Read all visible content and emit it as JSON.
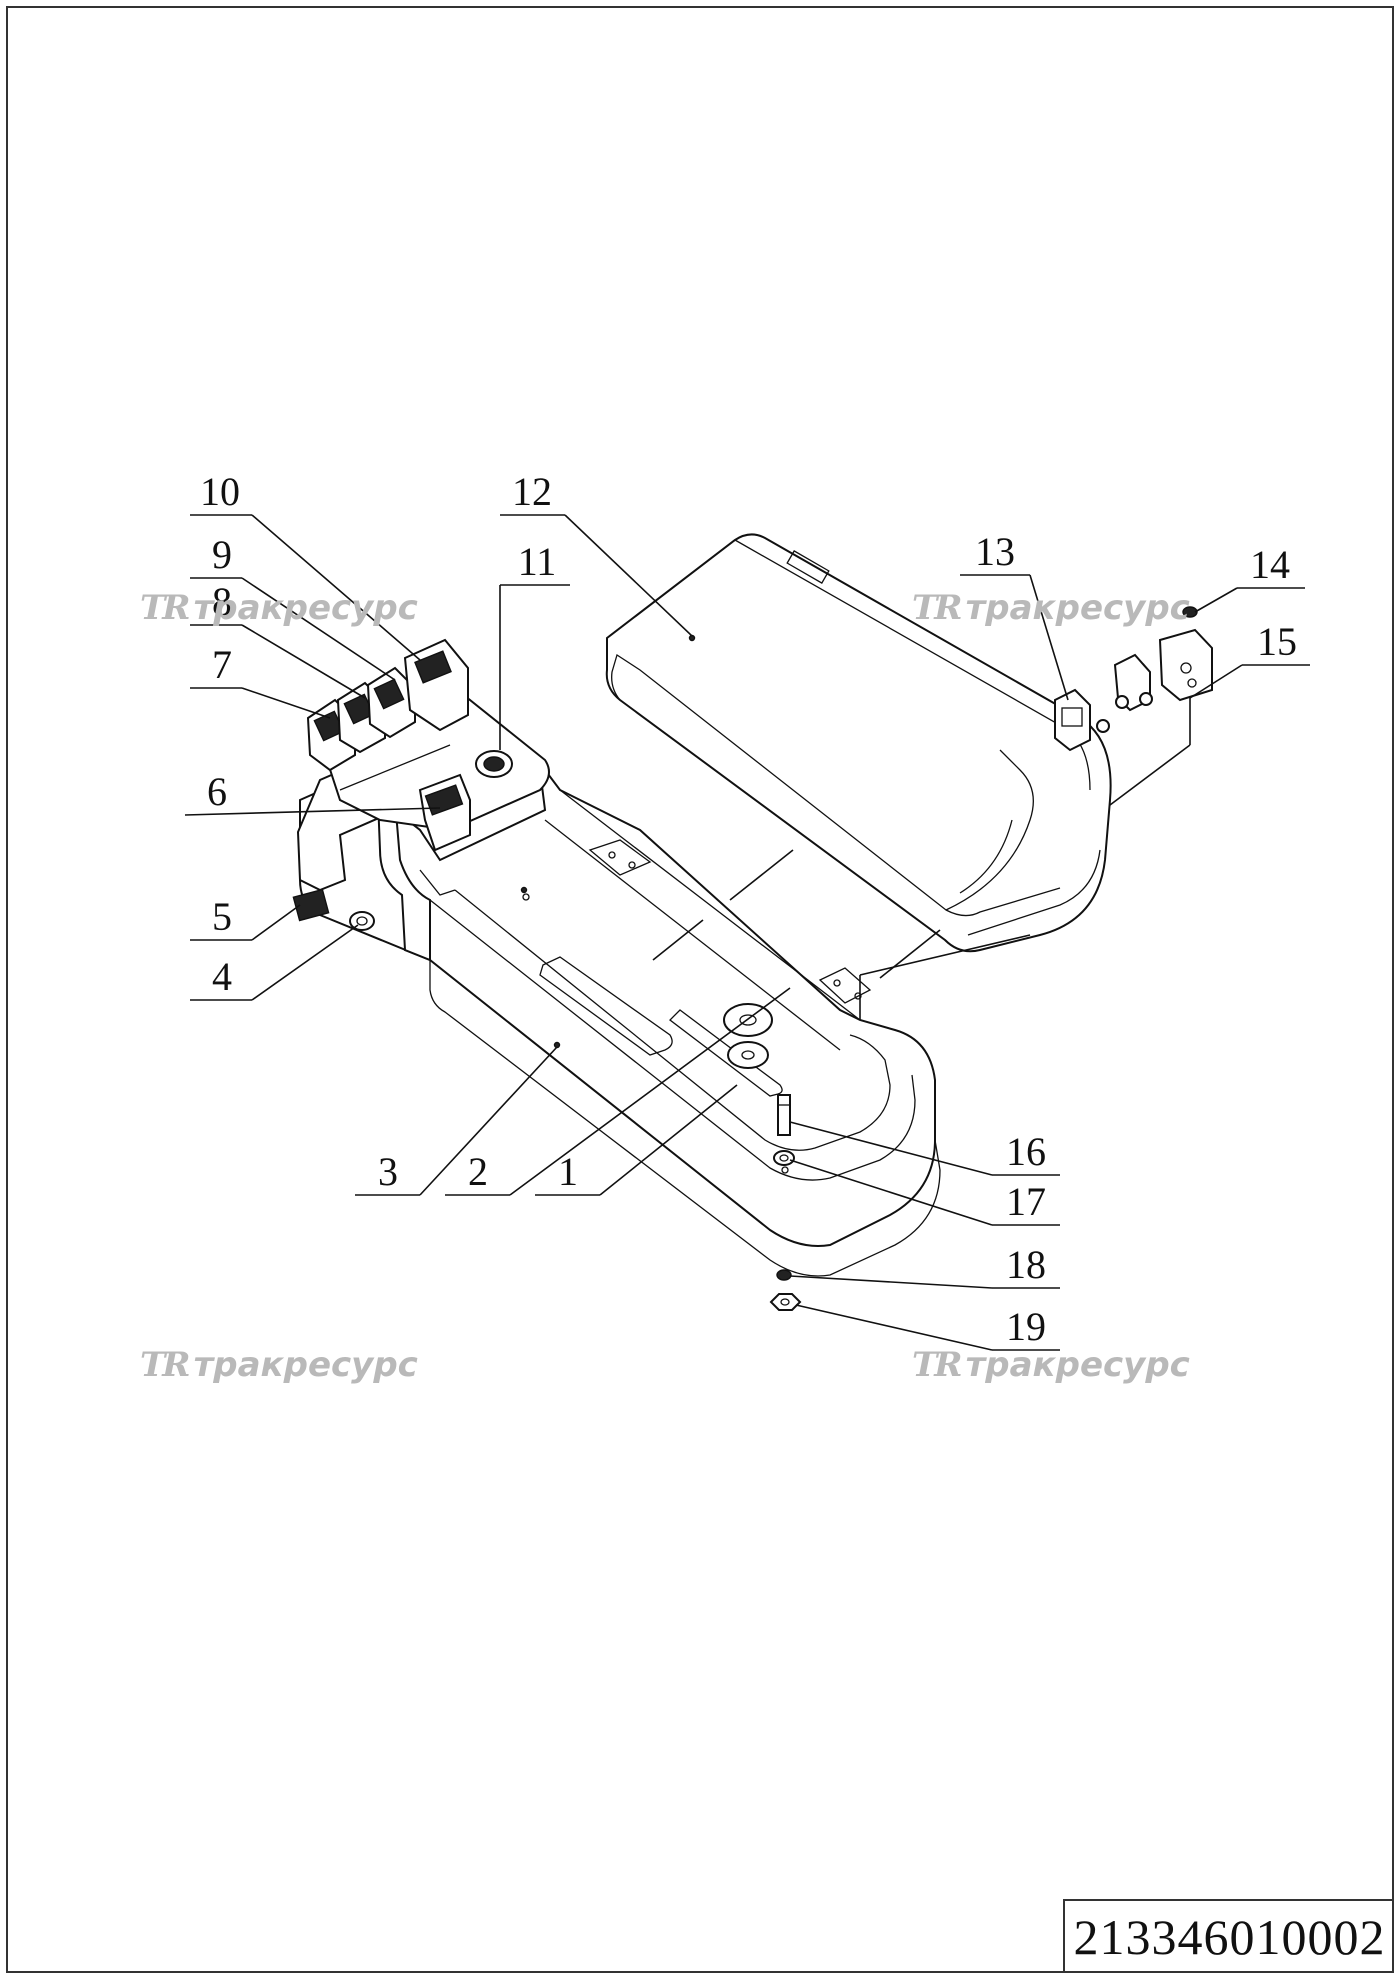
{
  "watermark": {
    "logo": "TR",
    "text": "тракресурс"
  },
  "callouts": {
    "c1": "1",
    "c2": "2",
    "c3": "3",
    "c4": "4",
    "c5": "5",
    "c6": "6",
    "c7": "7",
    "c8": "8",
    "c9": "9",
    "c10": "10",
    "c11": "11",
    "c12": "12",
    "c13": "13",
    "c14": "14",
    "c15": "15",
    "c16": "16",
    "c17": "17",
    "c18": "18",
    "c19": "19"
  },
  "document_number": "213346010002"
}
